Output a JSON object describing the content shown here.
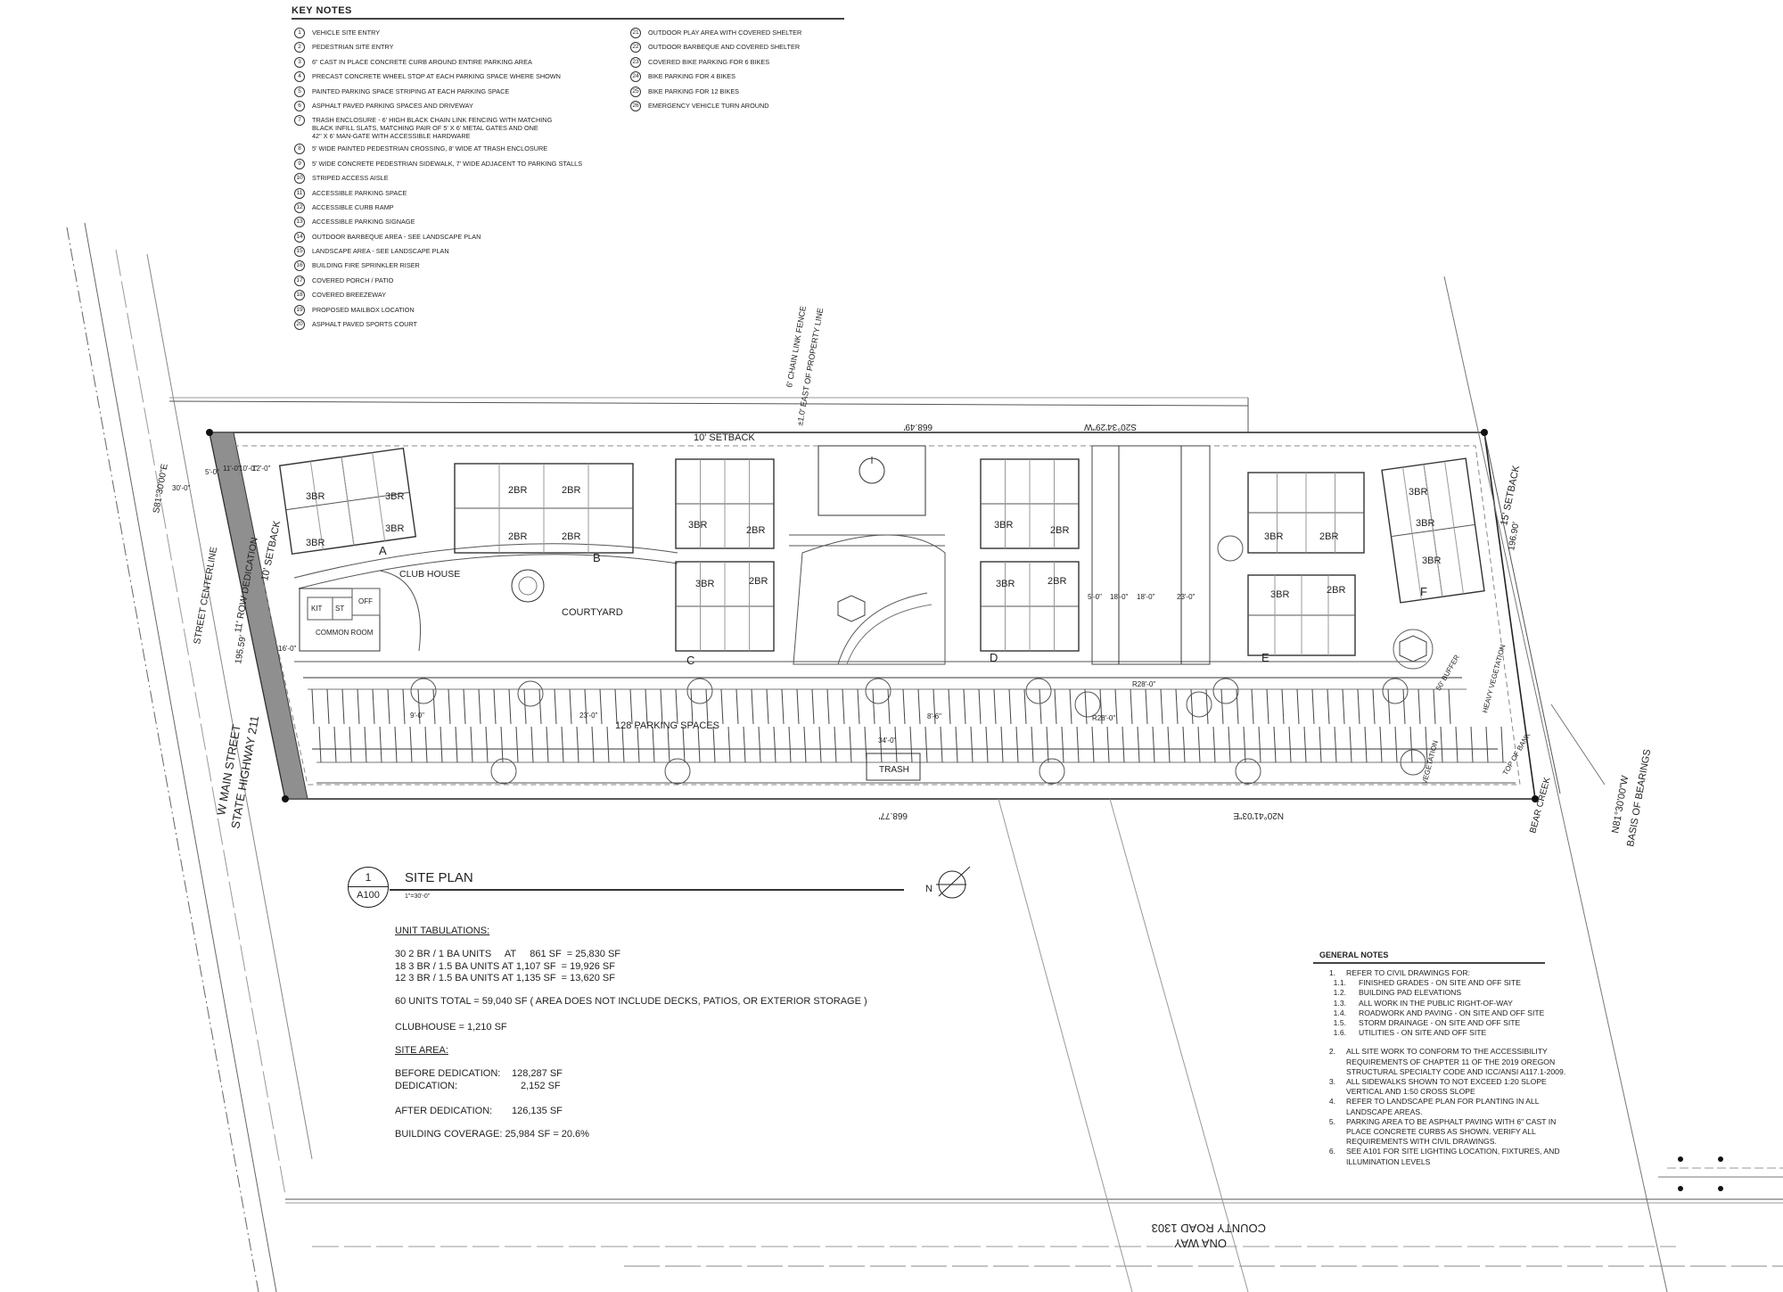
{
  "key_notes": {
    "title": "KEY NOTES",
    "items": [
      {
        "num": "1",
        "text": "VEHICLE SITE ENTRY"
      },
      {
        "num": "2",
        "text": "PEDESTRIAN SITE ENTRY"
      },
      {
        "num": "3",
        "text": "6\" CAST IN PLACE CONCRETE CURB AROUND ENTIRE PARKING AREA"
      },
      {
        "num": "4",
        "text": "PRECAST CONCRETE WHEEL STOP AT EACH PARKING SPACE WHERE SHOWN"
      },
      {
        "num": "5",
        "text": "PAINTED PARKING SPACE STRIPING AT EACH PARKING SPACE"
      },
      {
        "num": "6",
        "text": "ASPHALT PAVED PARKING SPACES AND DRIVEWAY"
      },
      {
        "num": "7",
        "text": "TRASH ENCLOSURE - 6' HIGH BLACK CHAIN LINK FENCING WITH MATCHING\nBLACK INFILL SLATS, MATCHING PAIR OF 5' X 6' METAL GATES AND ONE\n42\" X 6' MAN-GATE WITH ACCESSIBLE HARDWARE"
      },
      {
        "num": "8",
        "text": "5' WIDE PAINTED PEDESTRIAN CROSSING, 8' WIDE AT TRASH ENCLOSURE"
      },
      {
        "num": "9",
        "text": "5' WIDE CONCRETE PEDESTRIAN SIDEWALK, 7' WIDE ADJACENT TO PARKING STALLS"
      },
      {
        "num": "10",
        "text": "STRIPED ACCESS AISLE"
      },
      {
        "num": "11",
        "text": "ACCESSIBLE PARKING SPACE"
      },
      {
        "num": "12",
        "text": "ACCESSIBLE CURB RAMP"
      },
      {
        "num": "13",
        "text": "ACCESSIBLE PARKING SIGNAGE"
      },
      {
        "num": "14",
        "text": "OUTDOOR BARBEQUE AREA - SEE LANDSCAPE PLAN"
      },
      {
        "num": "15",
        "text": "LANDSCAPE AREA - SEE LANDSCAPE PLAN"
      },
      {
        "num": "16",
        "text": "BUILDING FIRE SPRINKLER RISER"
      },
      {
        "num": "17",
        "text": "COVERED PORCH / PATIO"
      },
      {
        "num": "18",
        "text": "COVERED BREEZEWAY"
      },
      {
        "num": "19",
        "text": "PROPOSED MAILBOX LOCATION"
      },
      {
        "num": "20",
        "text": "ASPHALT PAVED SPORTS COURT"
      },
      {
        "num": "21",
        "text": "OUTDOOR PLAY AREA WITH COVERED SHELTER"
      },
      {
        "num": "22",
        "text": "OUTDOOR BARBEQUE AND COVERED SHELTER"
      },
      {
        "num": "23",
        "text": "COVERED BIKE PARKING FOR 6 BIKES"
      },
      {
        "num": "24",
        "text": "BIKE PARKING FOR 4 BIKES"
      },
      {
        "num": "25",
        "text": "BIKE PARKING FOR 12 BIKES"
      },
      {
        "num": "26",
        "text": "EMERGENCY VEHICLE TURN AROUND"
      }
    ]
  },
  "plan_labels": {
    "setback_top": "10' SETBACK",
    "setback_left": "10' SETBACK",
    "setback_right": "15' SETBACK",
    "row_dedication": "11' ROW DEDICATION",
    "street_centerline": "STREET CENTERLINE",
    "main_street": "W MAIN STREET",
    "highway": "STATE HIGHWAY 211",
    "bearing_left": "S81°30'00\"E",
    "dim_left": "195.59'",
    "dim_right": "196.90'",
    "bearing_top": "S20°34'29\"W",
    "dim_top": "668.49'",
    "bearing_bottom": "N20°41'03\"E",
    "dim_bottom": "668.77'",
    "fence_note_1": "6' CHAIN LINK FENCE",
    "fence_note_2": "±1.0' EAST OF PROPERTY LINE",
    "clubhouse": "CLUB HOUSE",
    "kit": "KIT",
    "st": "ST",
    "off": "OFF",
    "common_room": "COMMON ROOM",
    "courtyard": "COURTYARD",
    "parking_spaces": "128 PARKING SPACES",
    "trash": "TRASH",
    "buffer": "50' BUFFER",
    "heavy_veg": "HEAVY VEGETATION",
    "vegetation": "VEGETATION",
    "top_of_bank": "TOP OF BANK",
    "bear_creek": "BEAR CREEK",
    "basis_bearing": "N81°30'00\"W",
    "basis_label": "BASIS OF BEARINGS",
    "ona_way": "ONA WAY",
    "county_road": "COUNTY ROAD 1303",
    "buildings": [
      {
        "letter": "A",
        "units": [
          "3BR",
          "3BR",
          "3BR",
          "3BR"
        ]
      },
      {
        "letter": "B",
        "units": [
          "2BR",
          "2BR",
          "2BR",
          "2BR"
        ]
      },
      {
        "letter": "C",
        "units": [
          "3BR",
          "2BR",
          "3BR",
          "2BR"
        ]
      },
      {
        "letter": "D",
        "units": [
          "3BR",
          "2BR",
          "3BR",
          "2BR"
        ]
      },
      {
        "letter": "E",
        "units": [
          "3BR",
          "2BR",
          "3BR",
          "2BR"
        ]
      },
      {
        "letter": "F",
        "units": [
          "3BR",
          "3BR",
          "3BR"
        ]
      }
    ],
    "dims": [
      "30'-0\"",
      "5'-0\"",
      "11'-0\"",
      "10'-0\"",
      "12'-0\"",
      "16'-0\"",
      "9'-0\"",
      "23'-0\"",
      "18'-0\"",
      "8'-6\"",
      "34'-0\"",
      "R28'-0\"",
      "R28'-0\"",
      "5'-0\"",
      "18'-0\"",
      "23'-0\""
    ]
  },
  "title_block": {
    "num": "1",
    "sheet": "A100",
    "title": "SITE PLAN",
    "scale": "1\"=30'-0\"",
    "north": "N"
  },
  "unit_tab": {
    "heading": "UNIT TABULATIONS:",
    "rows": [
      "30 2 BR / 1 BA UNITS     AT     861 SF  = 25,830 SF",
      "18 3 BR / 1.5 BA UNITS AT 1,107 SF  = 19,926 SF",
      "12 3 BR / 1.5 BA UNITS AT 1,135 SF  = 13,620 SF"
    ],
    "total": "60 UNITS TOTAL = 59,040 SF ( AREA DOES NOT INCLUDE DECKS, PATIOS, OR EXTERIOR STORAGE )",
    "clubhouse": "CLUBHOUSE = 1,210 SF",
    "site_area_heading": "SITE AREA:",
    "before_label": "BEFORE DEDICATION:",
    "before_value": "128,287 SF",
    "dedication_label": "DEDICATION:",
    "dedication_value": "2,152 SF",
    "after_label": "AFTER DEDICATION:",
    "after_value": "126,135 SF",
    "coverage": "BUILDING COVERAGE: 25,984 SF = 20.6%"
  },
  "general_notes": {
    "title": "GENERAL NOTES",
    "items": [
      {
        "n": "1.",
        "t": "REFER TO CIVIL DRAWINGS FOR:",
        "sub": false
      },
      {
        "n": "1.1.",
        "t": "FINISHED GRADES - ON SITE AND OFF SITE",
        "sub": true
      },
      {
        "n": "1.2.",
        "t": "BUILDING PAD ELEVATIONS",
        "sub": true
      },
      {
        "n": "1.3.",
        "t": "ALL WORK IN THE PUBLIC RIGHT-OF-WAY",
        "sub": true
      },
      {
        "n": "1.4.",
        "t": "ROADWORK AND PAVING - ON SITE AND OFF SITE",
        "sub": true
      },
      {
        "n": "1.5.",
        "t": "STORM DRAINAGE - ON SITE AND OFF SITE",
        "sub": true
      },
      {
        "n": "1.6.",
        "t": "UTILITIES - ON SITE AND OFF SITE",
        "sub": true
      },
      {
        "n": "2.",
        "t": "ALL SITE WORK TO CONFORM TO THE ACCESSIBILITY\nREQUIREMENTS OF CHAPTER 11 OF THE 2019 OREGON\nSTRUCTURAL SPECIALTY CODE AND ICC/ANSI A117.1-2009.",
        "sub": false
      },
      {
        "n": "3.",
        "t": "ALL SIDEWALKS SHOWN TO NOT EXCEED 1:20 SLOPE\nVERTICAL AND 1:50 CROSS SLOPE",
        "sub": false
      },
      {
        "n": "4.",
        "t": "REFER TO LANDSCAPE PLAN FOR PLANTING IN ALL\nLANDSCAPE AREAS.",
        "sub": false
      },
      {
        "n": "5.",
        "t": "PARKING AREA TO BE ASPHALT PAVING WITH 6\" CAST IN\nPLACE CONCRETE CURBS AS SHOWN.  VERIFY ALL\nREQUIREMENTS WITH CIVIL DRAWINGS.",
        "sub": false
      },
      {
        "n": "6.",
        "t": "SEE A101 FOR SITE LIGHTING LOCATION, FIXTURES, AND\nILLUMINATION LEVELS",
        "sub": false
      }
    ]
  },
  "colors": {
    "line": "#333333",
    "hatch": "#8a8a8a",
    "paper": "#ffffff"
  }
}
